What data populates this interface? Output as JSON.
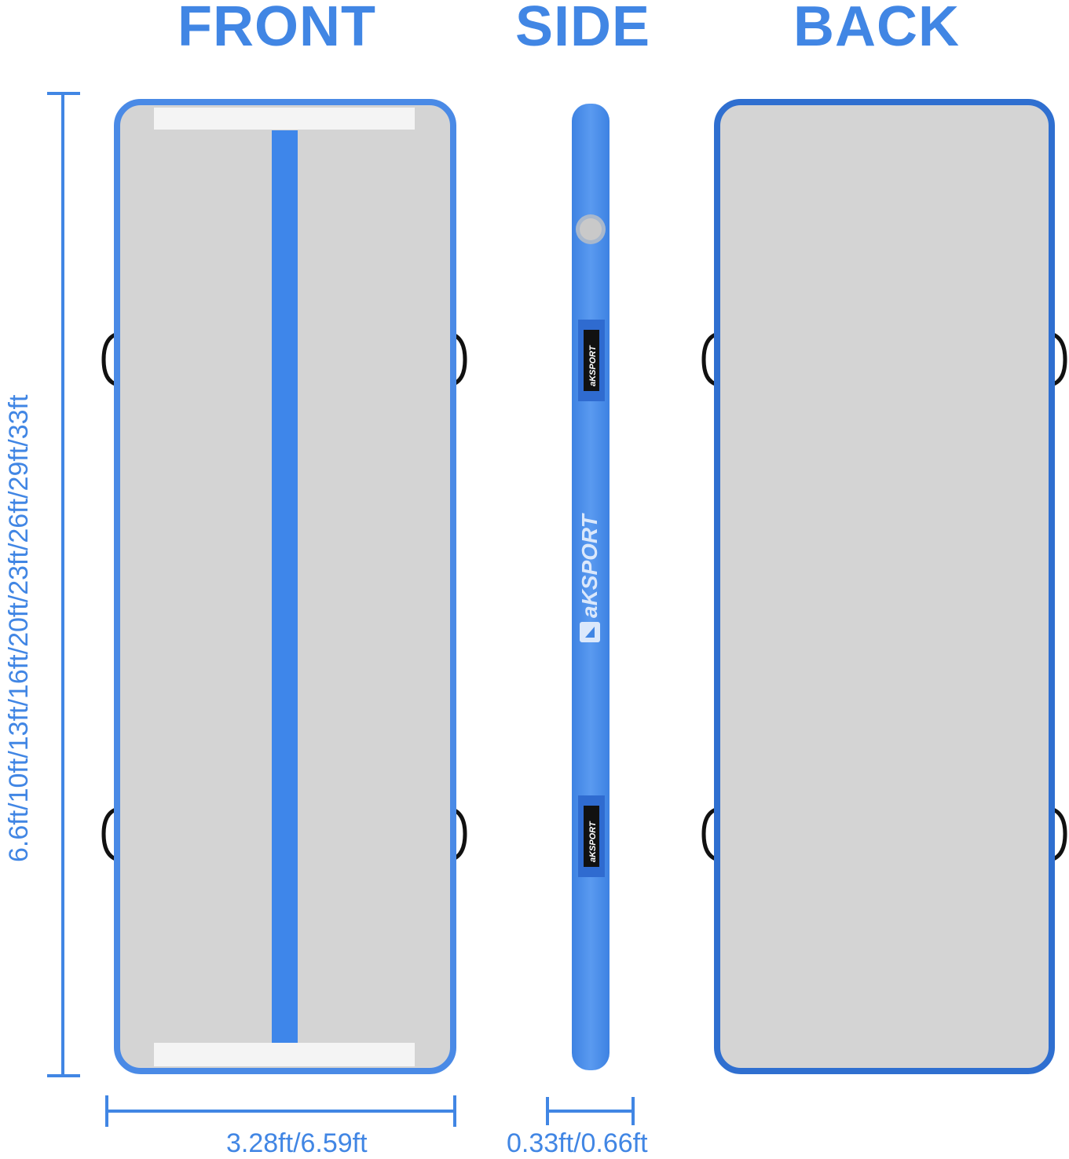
{
  "views": {
    "front": "FRONT",
    "side": "SIDE",
    "back": "BACK"
  },
  "dimensions": {
    "length": "6.6ft/10ft/13ft/16ft/20ft/23ft/26ft/29ft/33ft",
    "width": "3.28ft/6.59ft",
    "height": "0.33ft/0.66ft"
  },
  "brand": {
    "logo_text": "aKSPORT",
    "tag_text": "aKSPORT"
  },
  "colors": {
    "accent": "#4186e4",
    "mat_surface": "#d4d4d4",
    "mat_border": "#4a8ae6",
    "back_border": "#2f6fd0",
    "handle": "#111111",
    "valve": "#c9c9c9"
  }
}
